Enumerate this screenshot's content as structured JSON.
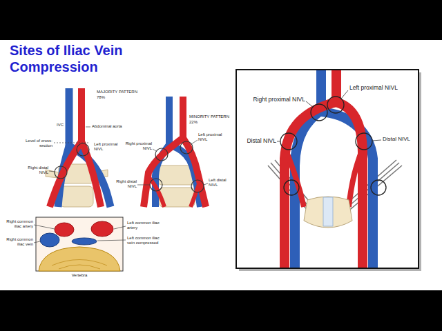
{
  "diagram": {
    "title": "Sites of Iliac Vein Compression",
    "labels": [
      "MAJORITY PATTERN",
      "78%",
      "IVC",
      "Abdominal aorta",
      "Level of cross-section",
      "Left proximal NIVL",
      "Right distal NIVL",
      "MINORITY PATTERN",
      "22%",
      "Right proximal NIVL",
      "Left proximal NIVL",
      "Right distal NIVL",
      "Left distal NIVL",
      "Right common iliac artery",
      "Right common iliac vein",
      "Left common iliac artery",
      "Left common iliac vein compressed",
      "Vertebra",
      "Right proximal NIVL",
      "Left proximal NIVL",
      "Distal NIVL",
      "Distal NIVL"
    ]
  }
}
